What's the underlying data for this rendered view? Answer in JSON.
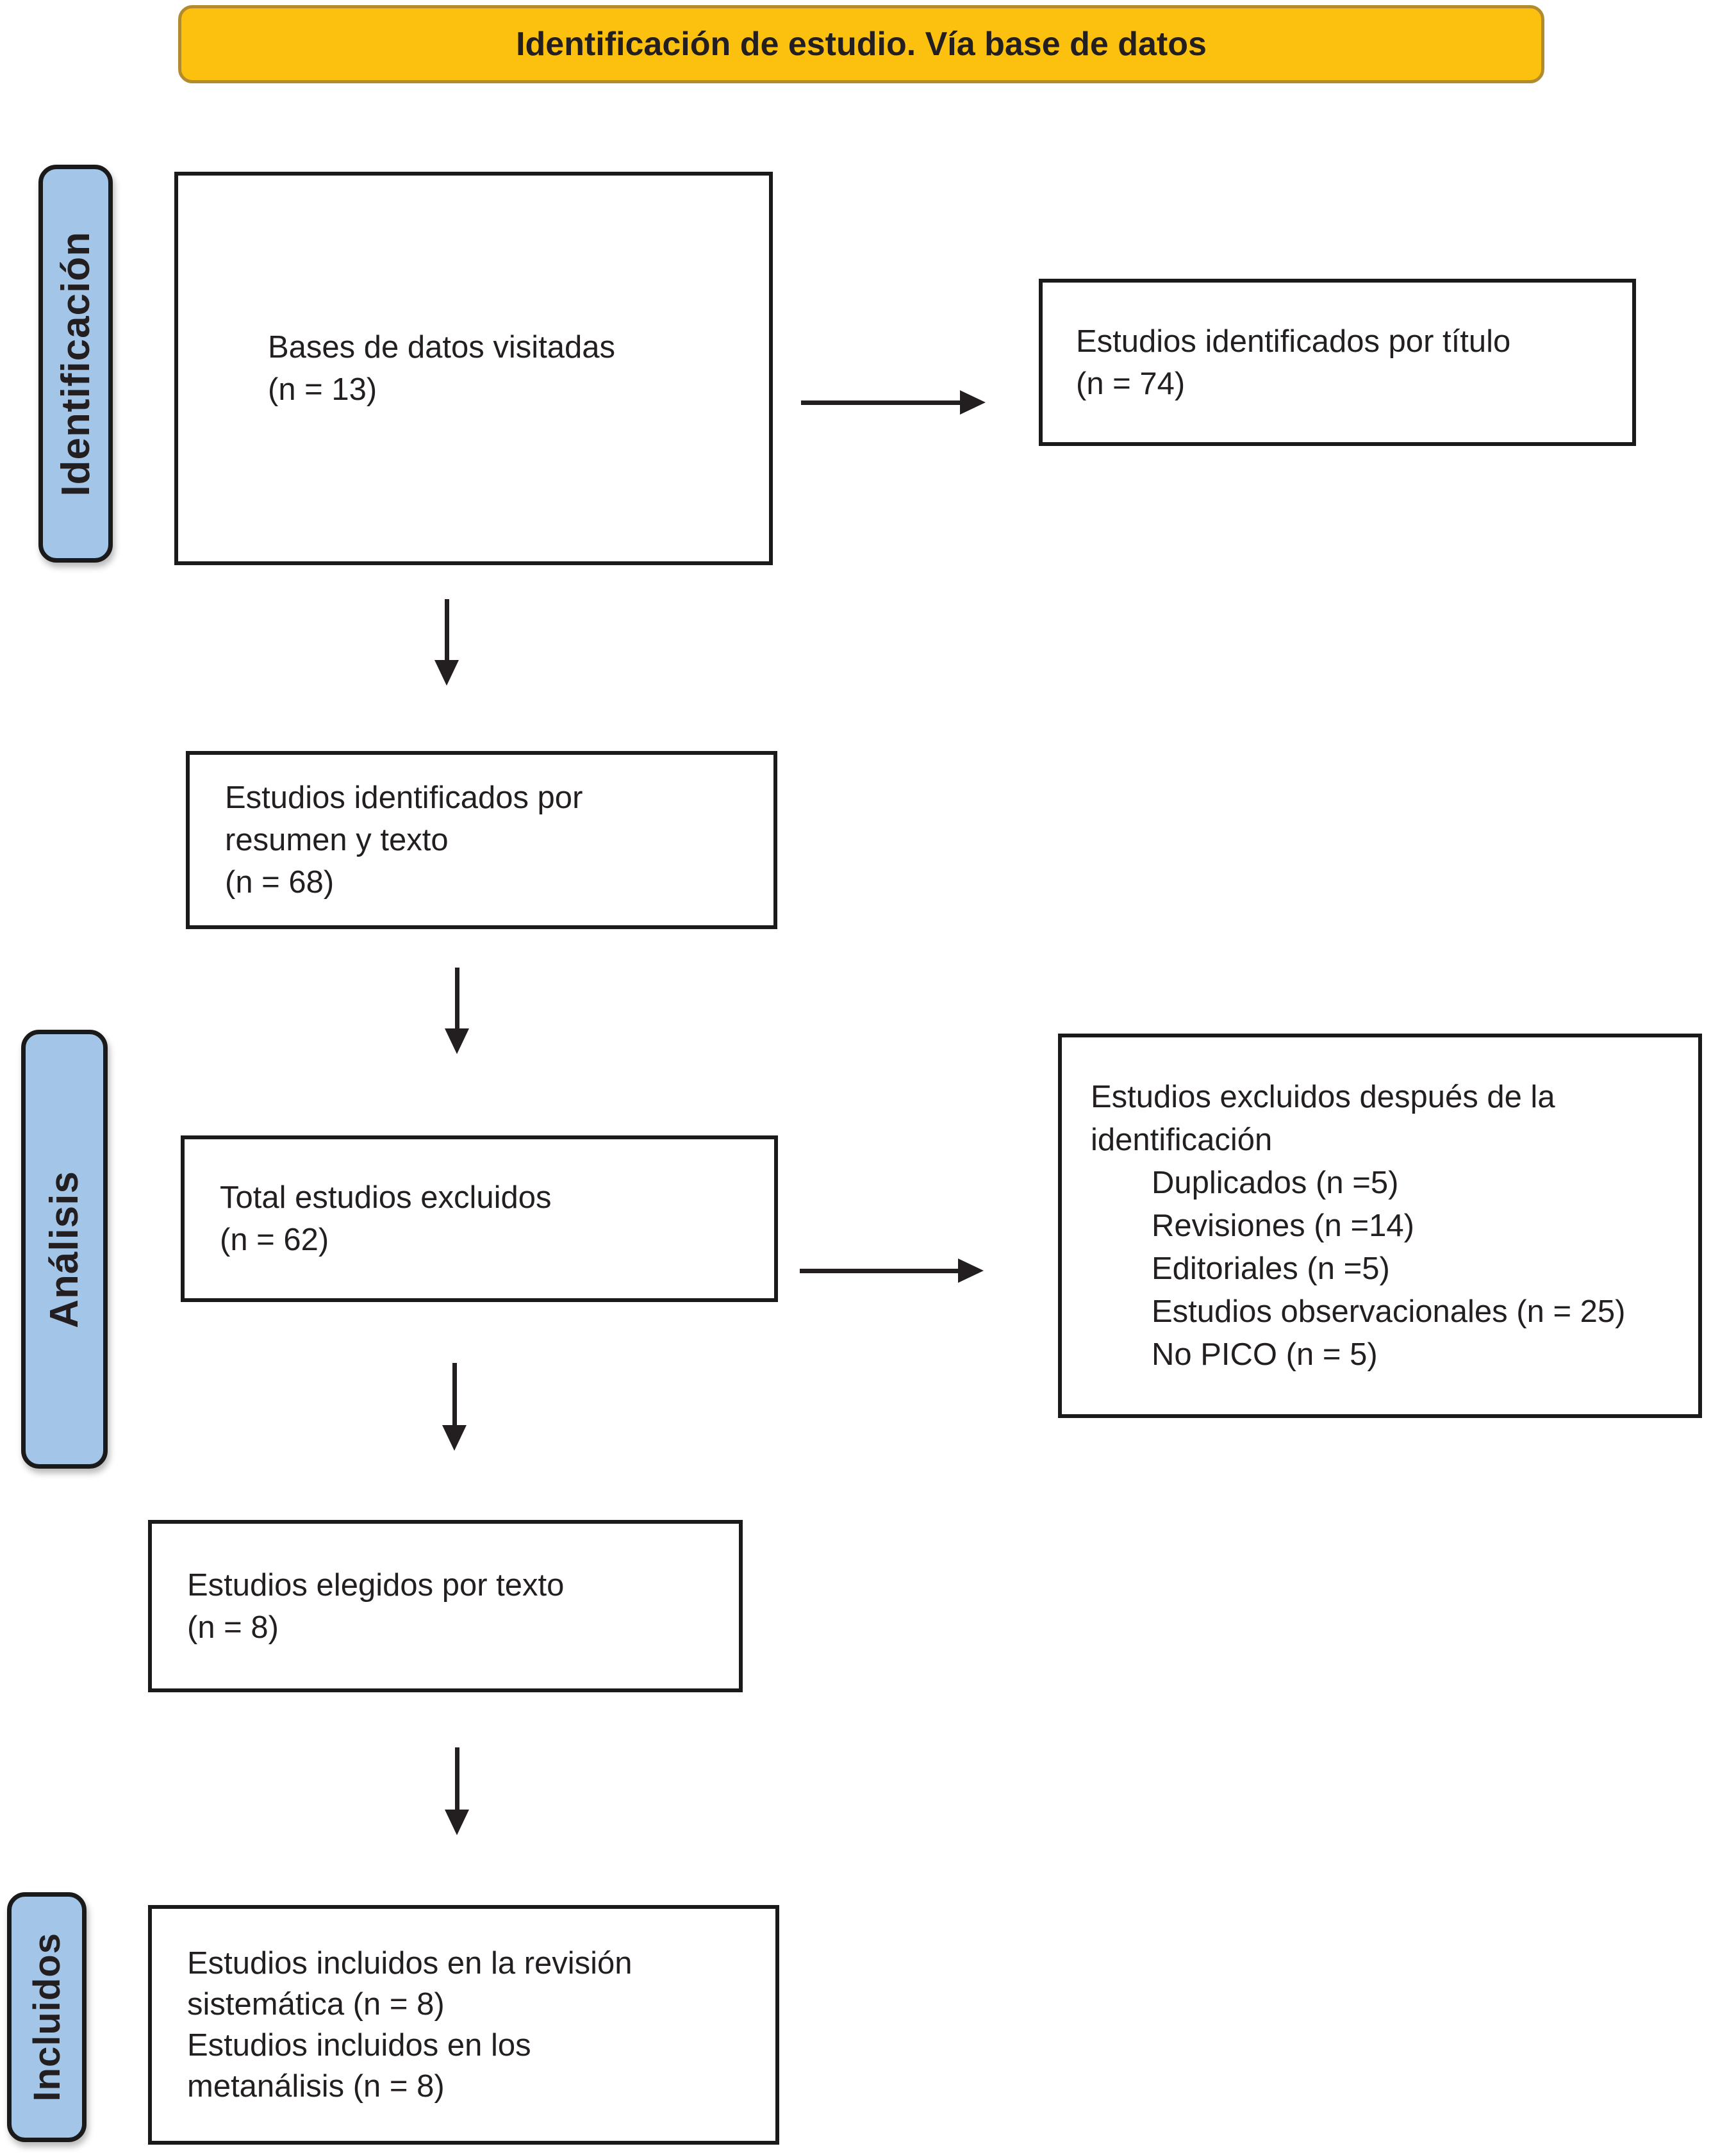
{
  "title": "Identificación de estudio. Vía base de datos",
  "stages": {
    "identificacion": "Identificación",
    "analisis": "Análisis",
    "incluidos": "Incluidos"
  },
  "nodes": {
    "databases": {
      "lines": [
        "Bases de datos visitadas",
        "(n = 13)"
      ]
    },
    "identified_by_title": {
      "lines": [
        "Estudios identificados por título",
        "(n = 74)"
      ]
    },
    "identified_by_abstract": {
      "lines": [
        "Estudios identificados por",
        "resumen y texto",
        "(n = 68)"
      ]
    },
    "total_excluded": {
      "lines": [
        "Total estudios excluidos",
        "(n = 62)"
      ]
    },
    "excluded_after_identification": {
      "lines": [
        "Estudios excluidos después de la",
        "identificación"
      ],
      "reasons": [
        "Duplicados (n =5)",
        "Revisiones (n =14)",
        "Editoriales (n =5)",
        "Estudios observacionales (n = 25)",
        "No PICO (n = 5)"
      ]
    },
    "chosen_by_text": {
      "lines": [
        "Estudios elegidos por texto",
        "(n = 8)"
      ]
    },
    "included": {
      "lines": [
        "Estudios incluidos en la revisión",
        "sistemática (n = 8)",
        "Estudios incluidos en los",
        "metanálisis (n = 8)"
      ]
    }
  },
  "colors": {
    "banner_fill": "#FCC00E",
    "banner_border": "#B28B2E",
    "stage_fill": "#A3C6E8",
    "outline": "#1A1A1A",
    "text": "#231F20",
    "arrow": "#231F20"
  }
}
